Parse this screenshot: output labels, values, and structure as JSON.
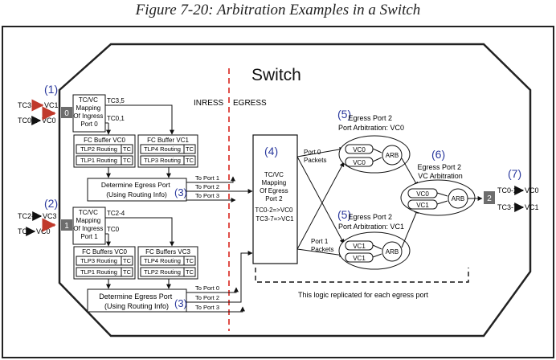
{
  "figure_caption": "Figure 7-20: Arbitration Examples in a Switch",
  "switch_title": "Switch",
  "region_labels": {
    "ingress": "INRESS",
    "egress": "EGRESS"
  },
  "callouts": {
    "c1": "(1)",
    "c2": "(2)",
    "c3a": "(3)",
    "c3b": "(3)",
    "c4": "(4)",
    "c5a": "(5)",
    "c5b": "(5)",
    "c6": "(6)",
    "c7": "(7)"
  },
  "ports": {
    "in0": {
      "number": "0",
      "tc_top": "TC3,5",
      "vc_top": "VC1",
      "tc_bottom": "TC0,1",
      "vc_bottom": "VC0"
    },
    "in1": {
      "number": "1",
      "tc_top": "TC2-4",
      "vc_top": "VC3",
      "tc_bottom": "TC0",
      "vc_bottom": "VC0"
    },
    "out2": {
      "number": "2",
      "tc_top": "TC0-2",
      "vc_top": "VC0",
      "tc_bottom": "TC3-7",
      "vc_bottom": "VC1"
    }
  },
  "ingress0": {
    "mapping": [
      "TC/VC",
      "Mapping",
      "Of Ingress",
      "Port 0"
    ],
    "tc_upper": "TC3,5",
    "tc_lower": "TC0,1",
    "buf_a": {
      "title": "FC Buffer VC0",
      "rows": [
        "TLP2 Routing",
        "TLP1 Routing"
      ],
      "tc": "TC"
    },
    "buf_b": {
      "title": "FC Buffer VC1",
      "rows": [
        "TLP4 Routing",
        "TLP3 Routing"
      ],
      "tc": "TC"
    },
    "egress_box": [
      "Determine Egress Port",
      "(Using Routing Info)"
    ],
    "to_ports": [
      "To Port 1",
      "To Port 2",
      "To Port 3"
    ]
  },
  "ingress1": {
    "mapping": [
      "TC/VC",
      "Mapping",
      "Of Ingress",
      "Port 1"
    ],
    "tc_upper": "TC2-4",
    "tc_lower": "TC0",
    "buf_a": {
      "title": "FC Buffers VC0",
      "rows": [
        "TLP3 Routing",
        "TLP1 Routing"
      ],
      "tc": "TC"
    },
    "buf_b": {
      "title": "FC Buffers VC3",
      "rows": [
        "TLP4 Routing",
        "TLP2 Routing"
      ],
      "tc": "TC"
    },
    "egress_box": [
      "Determine Egress Port",
      "(Using Routing Info)"
    ],
    "to_ports": [
      "To Port 0",
      "To Port 2",
      "To Port 3"
    ]
  },
  "egress_mapping": [
    "TC/VC",
    "Mapping",
    "Of Egress",
    "Port 2",
    "",
    "TC0-2=>VC0",
    "TC3-7=>VC1"
  ],
  "port0_packets": [
    "Port 0",
    "Packets"
  ],
  "port1_packets": [
    "Port 1",
    "Packets"
  ],
  "port_arb_vc0": {
    "lines": [
      "Egress Port 2",
      "Port Arbitration: VC0"
    ],
    "queues": [
      "VC0",
      "VC0"
    ],
    "arb": "ARB"
  },
  "port_arb_vc1": {
    "lines": [
      "Egress Port 2",
      "Port Arbitration: VC1"
    ],
    "queues": [
      "VC1",
      "VC1"
    ],
    "arb": "ARB"
  },
  "vc_arb": {
    "lines": [
      "Egress Port 2",
      "VC Arbitration"
    ],
    "queues": [
      "VC0",
      "VC1"
    ],
    "arb": "ARB"
  },
  "replicated_note": "This logic replicated for each egress port",
  "colors": {
    "callout": "#2b3a9e",
    "port_arrow": "#c0392b",
    "divider": "#d9231c",
    "port_box": "#6d6d6d"
  }
}
